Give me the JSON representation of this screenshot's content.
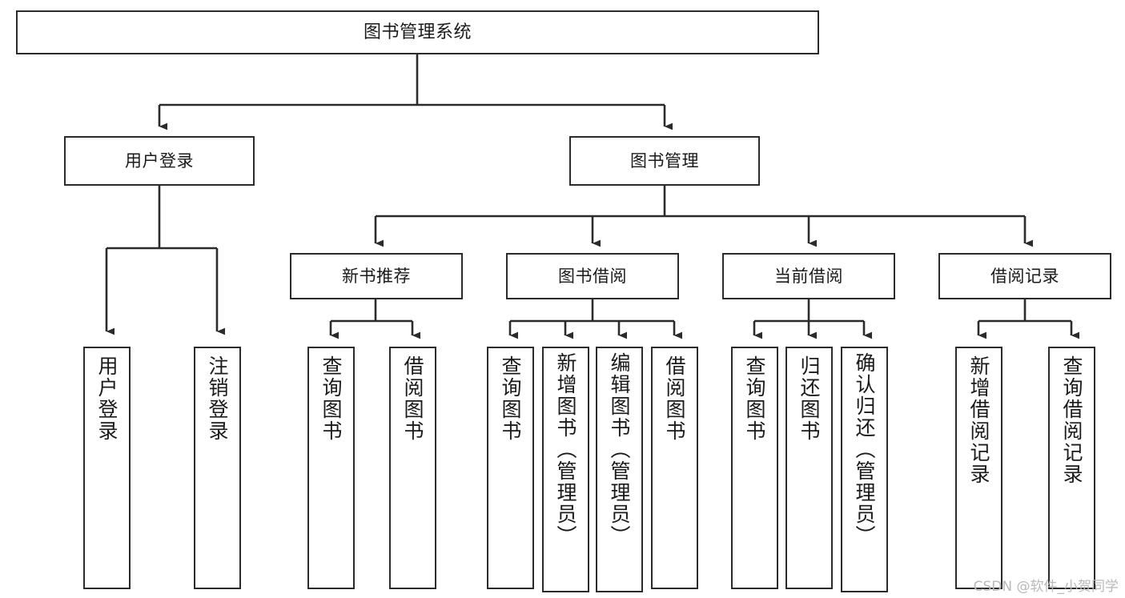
{
  "diagram": {
    "title": "图书管理系统",
    "type": "tree-hierarchy-chart",
    "colors": {
      "box_border": "#2b2b2b",
      "box_fill": "#ffffff",
      "connector": "#2b2b2b",
      "text": "#1a1a1a",
      "watermark": "#b9b9b9",
      "background": "#ffffff"
    },
    "root": {
      "label": "图书管理系统"
    },
    "level2": [
      {
        "label": "用户登录"
      },
      {
        "label": "图书管理"
      }
    ],
    "level3": [
      {
        "label": "新书推荐"
      },
      {
        "label": "图书借阅"
      },
      {
        "label": "当前借阅"
      },
      {
        "label": "借阅记录"
      }
    ],
    "leaves": {
      "user_login": [
        {
          "label": "用户登录"
        },
        {
          "label": "注销登录"
        }
      ],
      "new_book_recommend": [
        {
          "label": "查询图书"
        },
        {
          "label": "借阅图书"
        }
      ],
      "book_borrow": [
        {
          "label": "查询图书"
        },
        {
          "label": "新增图书（管理员）"
        },
        {
          "label": "编辑图书（管理员）"
        },
        {
          "label": "借阅图书"
        }
      ],
      "current_borrow": [
        {
          "label": "查询图书"
        },
        {
          "label": "归还图书"
        },
        {
          "label": "确认归还（管理员）"
        }
      ],
      "borrow_record": [
        {
          "label": "新增借阅记录"
        },
        {
          "label": "查询借阅记录"
        }
      ]
    }
  },
  "watermark": {
    "text": "CSDN @软件_小贺同学"
  }
}
